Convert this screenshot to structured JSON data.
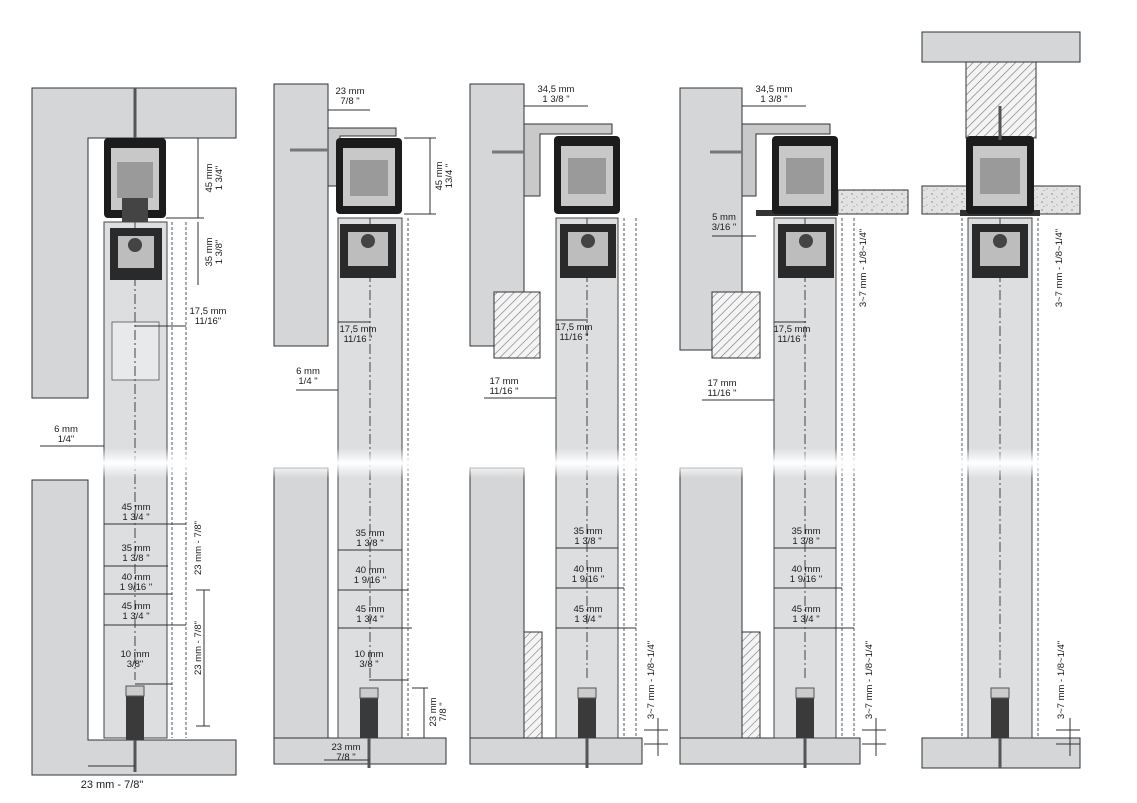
{
  "colors": {
    "wall": "#d4d6d8",
    "door": "#dcdee0",
    "track": "#1c1c1c",
    "hatch": "#8a8a8a",
    "background": "#ffffff"
  },
  "panels": [
    {
      "id": "panel-1",
      "labels": {
        "height_top": {
          "mm": "45 mm",
          "in": "1 3/4\""
        },
        "carriage": {
          "mm": "35 mm",
          "in": "1 3/8\""
        },
        "axis_offset": {
          "mm": "17,5 mm",
          "in": "11/16\""
        },
        "gap": {
          "mm": "6 mm",
          "in": "1/4\""
        },
        "w45a": {
          "mm": "45 mm",
          "in": "1 3/4 \""
        },
        "w35": {
          "mm": "35 mm",
          "in": "1 3/8 \""
        },
        "w40": {
          "mm": "40 mm",
          "in": "1 9/16 \""
        },
        "w45b": {
          "mm": "45 mm",
          "in": "1 3/4 \""
        },
        "guide": {
          "mm": "10 mm",
          "in": "3/8\""
        },
        "side1": "23 mm - 7/8\"",
        "side2": "23 mm - 7/8\"",
        "bottom": "23 mm - 7/8\""
      }
    },
    {
      "id": "panel-2",
      "labels": {
        "bracket": {
          "mm": "23 mm",
          "in": "7/8 \""
        },
        "height_top": {
          "mm": "45 mm",
          "in": "13/4 \""
        },
        "axis_offset": {
          "mm": "17,5 mm",
          "in": "11/16 \""
        },
        "gap": {
          "mm": "6 mm",
          "in": "1/4 \""
        },
        "w35": {
          "mm": "35 mm",
          "in": "1 3/8 \""
        },
        "w40": {
          "mm": "40 mm",
          "in": "1 9/16 \""
        },
        "w45": {
          "mm": "45 mm",
          "in": "1 3/4 \""
        },
        "guide": {
          "mm": "10 mm",
          "in": "3/8 \""
        },
        "side": {
          "mm": "23 mm",
          "in": "7/8 \""
        },
        "bottom": {
          "mm": "23 mm",
          "in": "7/8 \""
        }
      }
    },
    {
      "id": "panel-3",
      "labels": {
        "bracket": {
          "mm": "34,5 mm",
          "in": "1 3/8 \""
        },
        "axis_offset": {
          "mm": "17,5 mm",
          "in": "11/16 \""
        },
        "gap": {
          "mm": "17 mm",
          "in": "11/16 \""
        },
        "w35": {
          "mm": "35 mm",
          "in": "1 3/8 \""
        },
        "w40": {
          "mm": "40 mm",
          "in": "1 9/16 \""
        },
        "w45": {
          "mm": "45 mm",
          "in": "1 3/4 \""
        },
        "floor_gap": "3~7 mm - 1/8~1/4\""
      }
    },
    {
      "id": "panel-4",
      "labels": {
        "bracket": {
          "mm": "34,5 mm",
          "in": "1 3/8 \""
        },
        "small_gap": {
          "mm": "5 mm",
          "in": "3/16 \""
        },
        "top_gap": "3~7 mm - 1/8~1/4\"",
        "axis_offset": {
          "mm": "17,5 mm",
          "in": "11/16 \""
        },
        "gap": {
          "mm": "17 mm",
          "in": "11/16 \""
        },
        "w35": {
          "mm": "35 mm",
          "in": "1 3/8 \""
        },
        "w40": {
          "mm": "40 mm",
          "in": "1 9/16 \""
        },
        "w45": {
          "mm": "45 mm",
          "in": "1 3/4 \""
        },
        "floor_gap": "3~7 mm - 1/8~1/4\""
      }
    },
    {
      "id": "panel-5",
      "labels": {
        "top_gap": "3~7 mm - 1/8~1/4\"",
        "floor_gap": "3~7 mm - 1/8~1/4\""
      }
    }
  ]
}
